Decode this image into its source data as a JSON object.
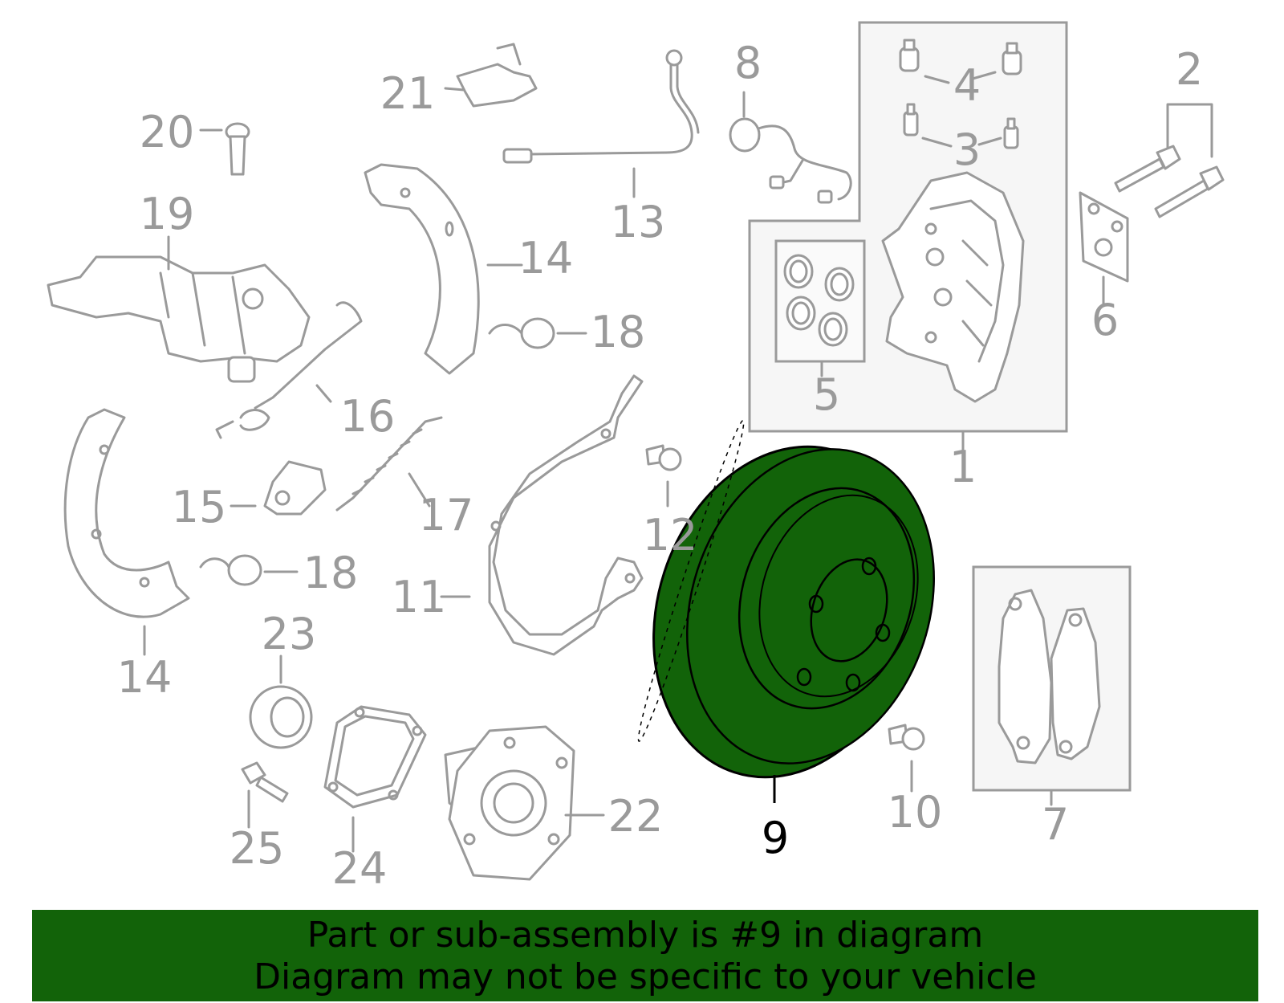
{
  "callouts": {
    "c1": "1",
    "c2": "2",
    "c3": "3",
    "c4": "4",
    "c5": "5",
    "c6": "6",
    "c7": "7",
    "c8": "8",
    "c9": "9",
    "c10": "10",
    "c11": "11",
    "c12": "12",
    "c13": "13",
    "c14a": "14",
    "c14b": "14",
    "c15": "15",
    "c16": "16",
    "c17": "17",
    "c18a": "18",
    "c18b": "18",
    "c19": "19",
    "c20": "20",
    "c21": "21",
    "c22": "22",
    "c23": "23",
    "c24": "24",
    "c25": "25"
  },
  "highlight": {
    "part_number": "9",
    "color": "#126309"
  },
  "colors": {
    "outline": "#9a9a9a",
    "banner": "#126309"
  },
  "banner": {
    "line1": "Part or sub-assembly is #9 in diagram",
    "line2": "Diagram may not be specific to your vehicle"
  }
}
